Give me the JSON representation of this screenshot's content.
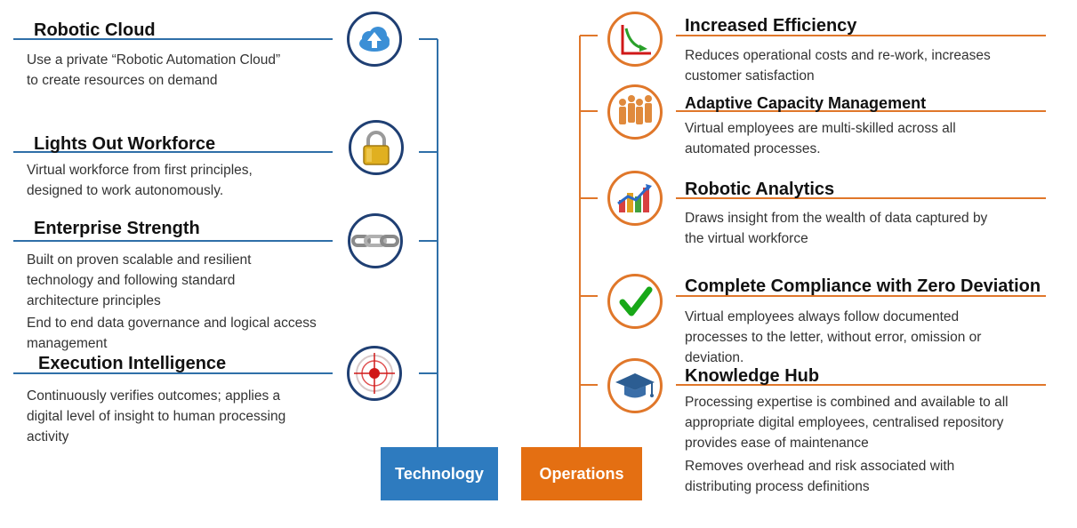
{
  "technology": {
    "label": "Technology",
    "items": [
      {
        "title": "Robotic Cloud",
        "desc": [
          "Use a private “Robotic Automation Cloud”",
          "to create resources on demand"
        ],
        "icon": "cloud-upload-icon"
      },
      {
        "title": "Lights Out Workforce",
        "desc": [
          "Virtual workforce from first principles,",
          "designed to work autonomously."
        ],
        "icon": "padlock-icon"
      },
      {
        "title": "Enterprise Strength",
        "desc": [
          "Built on proven scalable and resilient",
          "technology and following standard",
          "architecture principles"
        ],
        "desc2": [
          "End to end data governance and logical access",
          "management"
        ],
        "icon": "chain-link-icon"
      },
      {
        "title": "Execution Intelligence",
        "desc": [
          "Continuously verifies outcomes; applies a",
          "digital level of insight to human processing",
          "activity"
        ],
        "icon": "target-icon"
      }
    ]
  },
  "operations": {
    "label": "Operations",
    "items": [
      {
        "title": "Increased Efficiency",
        "desc": [
          "Reduces operational costs and re-work, increases",
          "customer satisfaction"
        ],
        "icon": "declining-chart-icon"
      },
      {
        "title": "Adaptive Capacity Management",
        "desc": [
          "Virtual employees are multi-skilled across all",
          "automated processes."
        ],
        "icon": "people-group-icon"
      },
      {
        "title": "Robotic Analytics",
        "desc": [
          "Draws insight from the wealth of data captured by",
          "the virtual workforce"
        ],
        "icon": "bar-chart-icon"
      },
      {
        "title": "Complete Compliance with Zero Deviation",
        "desc": [
          "Virtual employees always follow documented",
          "processes to the letter, without error, omission or",
          "deviation."
        ],
        "icon": "checkmark-icon"
      },
      {
        "title": "Knowledge Hub",
        "desc": [
          "Processing expertise is combined and available to all",
          "appropriate digital employees, centralised repository",
          "provides ease of maintenance"
        ],
        "desc2": [
          "Removes overhead and risk associated with",
          "distributing process definitions"
        ],
        "icon": "graduation-cap-icon"
      }
    ]
  },
  "colors": {
    "tech_line": "#2f6fa8",
    "ops_line": "#e0772a",
    "tech_box": "#2e7bbf",
    "ops_box": "#e46f12"
  }
}
